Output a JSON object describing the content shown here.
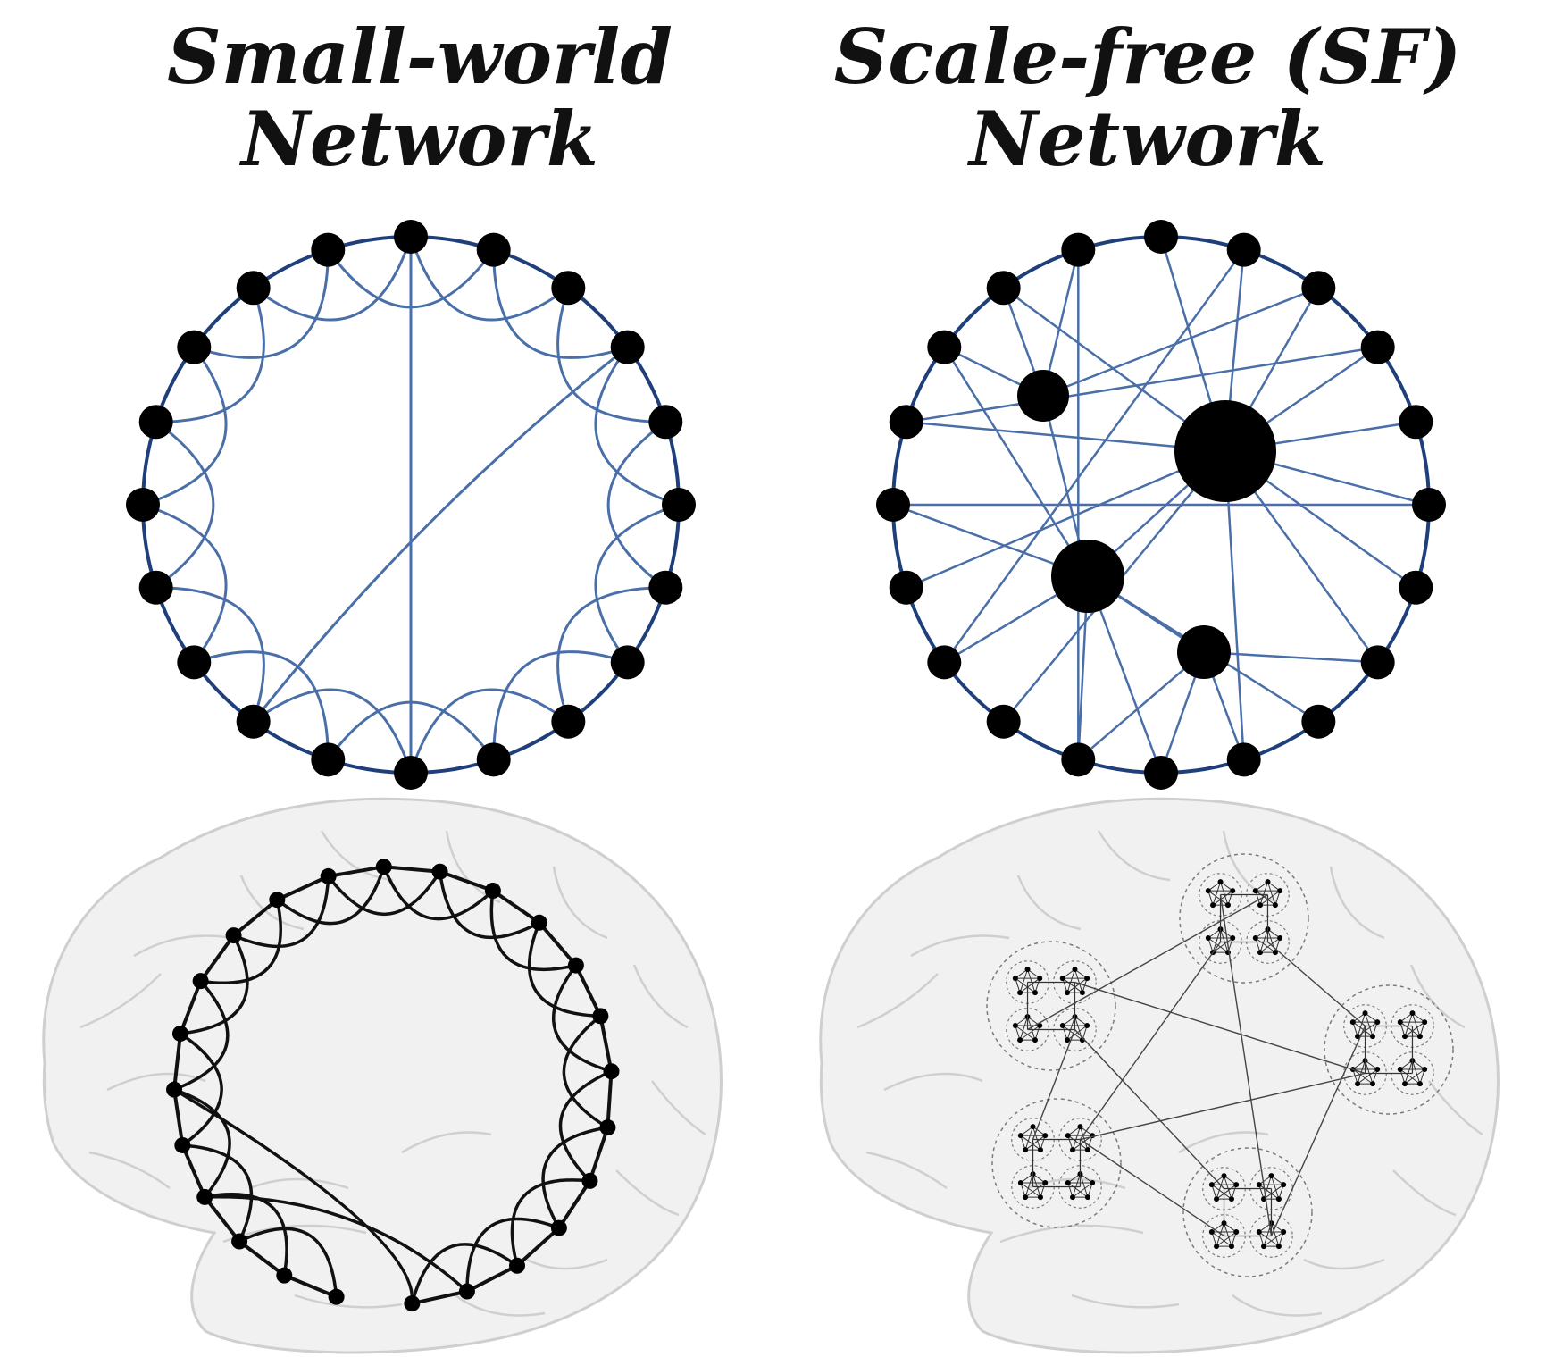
{
  "panels": [
    {
      "title_line1": "Small-world",
      "title_line2": "Network"
    },
    {
      "title_line1": "Scale-free (SF)",
      "title_line2": "Network"
    }
  ],
  "colors": {
    "edge_blue": "#4a6fa8",
    "ring_blue": "#1f3f7a",
    "node": "#000000",
    "brain_fill": "#f1f1f1",
    "brain_stroke": "#cfcfcf",
    "module_dash": "#7a7a7a"
  }
}
